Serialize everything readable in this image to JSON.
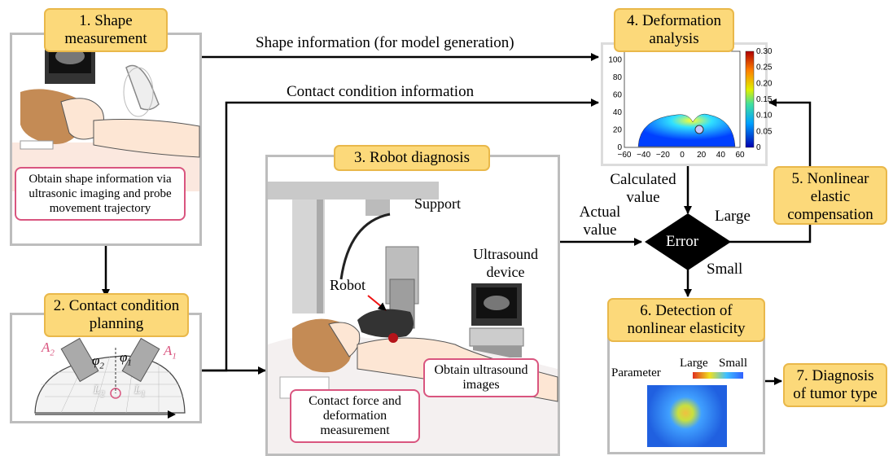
{
  "steps": {
    "s1": {
      "title": "1. Shape measurement",
      "callout": "Obtain shape information via ultrasonic imaging and probe movement trajectory"
    },
    "s2": {
      "title": "2. Contact condition planning",
      "a2": "A",
      "a2_sub": "2",
      "a1": "A",
      "a1_sub": "1",
      "phi2": "φ",
      "phi2_sub": "2",
      "phi1": "φ",
      "phi1_sub": "1",
      "l2": "L",
      "l2_sub": "2",
      "l1": "L",
      "l1_sub": "1"
    },
    "s3": {
      "title": "3. Robot diagnosis",
      "support": "Support",
      "robot": "Robot",
      "ultrasound_device": "Ultrasound device",
      "callout_images": "Obtain ultrasound images",
      "callout_force": "Contact force and deformation measurement"
    },
    "s4": {
      "title": "4. Deformation analysis"
    },
    "s5": {
      "title": "5. Nonlinear elastic compensation"
    },
    "s6": {
      "title": "6. Detection of nonlinear elasticity",
      "parameter": "Parameter",
      "large": "Large",
      "small": "Small"
    },
    "s7": {
      "title": "7. Diagnosis of tumor type"
    }
  },
  "flow": {
    "shape_info": "Shape information (for model generation)",
    "contact_info": "Contact condition information",
    "calculated_value": "Calculated value",
    "actual_value": "Actual value",
    "error": "Error",
    "large": "Large",
    "small": "Small"
  },
  "chart_data": {
    "type": "heatmap",
    "x_ticks": [
      "−60",
      "−40",
      "−20",
      "0",
      "20",
      "40",
      "60"
    ],
    "y_ticks": [
      "0",
      "20",
      "40",
      "60",
      "80",
      "100"
    ],
    "colorbar_ticks": [
      "0",
      "0.05",
      "0.10",
      "0.15",
      "0.20",
      "0.25",
      "0.30"
    ],
    "xlim": [
      -60,
      60
    ],
    "ylim": [
      0,
      110
    ],
    "clim": [
      0,
      0.3
    ]
  },
  "colors": {
    "tag_fill": "#fcd97a",
    "tag_border": "#e9b84a",
    "panel_border": "#bdbdbd",
    "callout_border": "#d9557f",
    "error_fill": "#000000"
  }
}
